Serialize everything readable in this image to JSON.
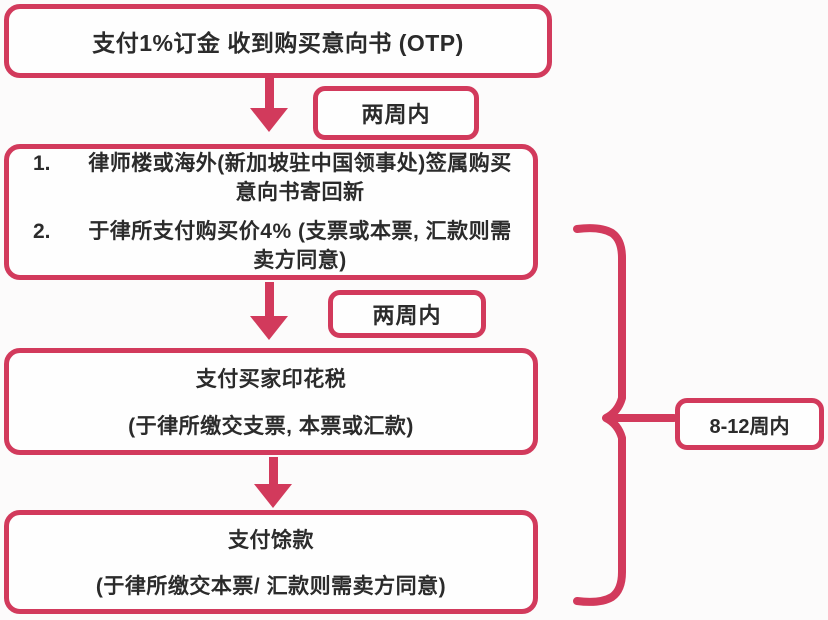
{
  "palette": {
    "accent": "#d23a5c",
    "text": "#2b2b2b",
    "background": "#fcfbfb"
  },
  "icons": {
    "flow_arrow": "down-arrow",
    "duration_brace": "right-curly-brace"
  },
  "flow": {
    "step1": {
      "text": "支付1%订金 收到购买意向书 (OTP)"
    },
    "interval1": {
      "label": "两周内"
    },
    "step2": {
      "items": [
        {
          "number": "1.",
          "text": "律师楼或海外(新加坡驻中国领事处)签属购买意向书寄回新"
        },
        {
          "number": "2.",
          "text": "于律所支付购买价4% (支票或本票, 汇款则需卖方同意)"
        }
      ]
    },
    "interval2": {
      "label": "两周内"
    },
    "step3": {
      "title": "支付买家印花税",
      "subtitle": "(于律所缴交支票, 本票或汇款)"
    },
    "step4": {
      "title": "支付馀款",
      "subtitle": "(于律所缴交本票/ 汇款则需卖方同意)"
    },
    "duration": {
      "label": "8-12周内"
    }
  }
}
